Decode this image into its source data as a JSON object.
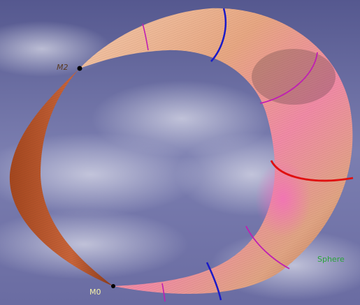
{
  "scene": {
    "labels": {
      "m2": "M2",
      "m0": "M0",
      "sphere": "Sphere"
    },
    "colors": {
      "sky_top": "#5c5f94",
      "sky_mid": "#7a7cae",
      "sky_cloud": "#d9dbe8",
      "crescent_light": "#f2c0a2",
      "crescent_mid": "#d98a66",
      "crescent_dark": "#7a3b22",
      "back_dark": "#a8461f",
      "highlight_pink": "#f56bbd",
      "ring_blue": "#1a1ac8",
      "ring_magenta": "#c01fb3",
      "ring_red": "#e01010",
      "m2_label": "#5a3a22",
      "m0_label": "#f5f0a8",
      "sphere_label": "#2aa33a",
      "point": "#000000"
    }
  }
}
